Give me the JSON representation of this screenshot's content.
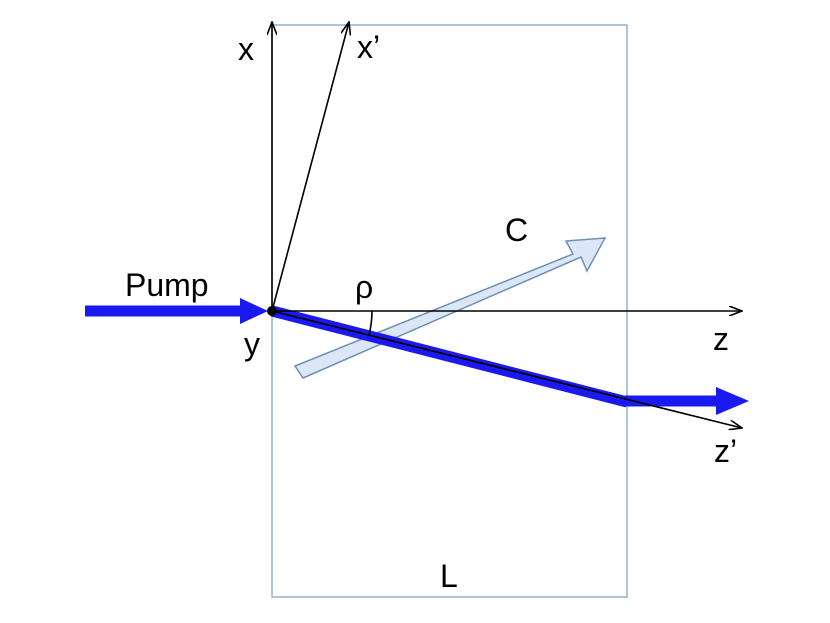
{
  "labels": {
    "x": "x",
    "x_prime": "x’",
    "z": "z",
    "z_prime": "z’",
    "y": "y",
    "pump": "Pump",
    "rho": "ρ",
    "c": "C",
    "l": "L"
  },
  "colors": {
    "background": "#ffffff",
    "crystal_border": "#8fb3d0",
    "beam": "#1a1af0",
    "arrow_c_fill": "#dbe7f6",
    "arrow_c_stroke": "#6f8fb3",
    "axis": "#000000"
  }
}
